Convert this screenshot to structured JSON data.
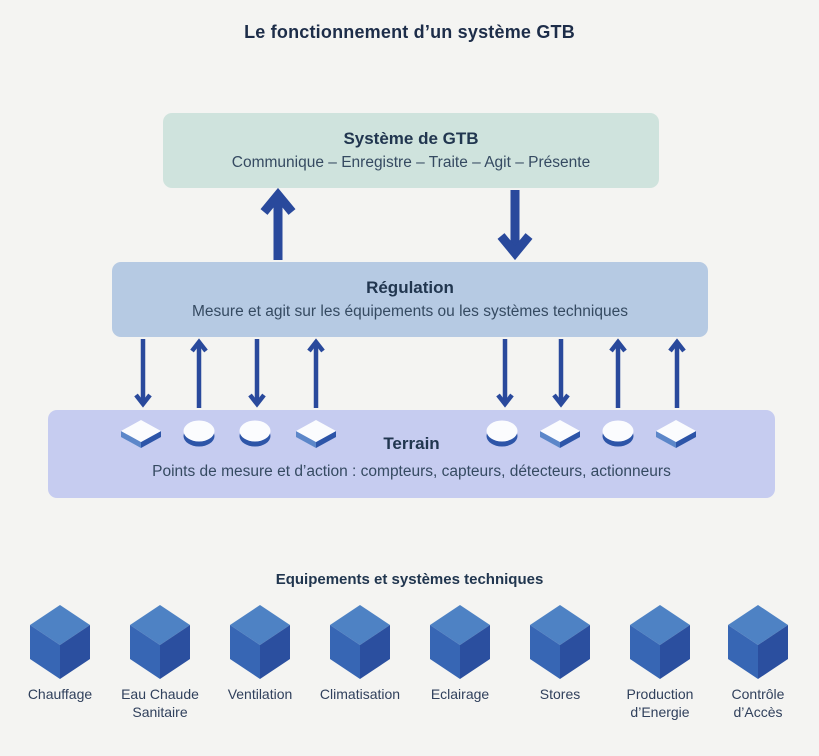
{
  "page_title": "Le fonctionnement d’un système GTB",
  "layers": {
    "gtb": {
      "title": "Système de GTB",
      "subtitle": "Communique – Enregistre – Traite – Agit – Présente"
    },
    "regulation": {
      "title": "Régulation",
      "subtitle": "Mesure et agit sur les équipements ou les systèmes techniques"
    },
    "terrain": {
      "title": "Terrain",
      "subtitle": "Points de mesure et d’action : compteurs, capteurs, détecteurs, actionneurs"
    }
  },
  "flows": {
    "gtb_regulation": [
      "up",
      "down"
    ],
    "regulation_terrain": [
      "down",
      "up",
      "down",
      "up",
      "down",
      "down",
      "up",
      "up"
    ]
  },
  "terrain_icons": [
    "diamond",
    "disk",
    "disk",
    "diamond",
    "disk",
    "diamond",
    "disk",
    "diamond"
  ],
  "equipment": {
    "heading": "Equipements et systèmes techniques",
    "items": [
      "Chauffage",
      "Eau Chaude Sanitaire",
      "Ventilation",
      "Climatisation",
      "Eclairage",
      "Stores",
      "Production d’Energie",
      "Contrôle d’Accès"
    ]
  },
  "colors": {
    "background": "#f4f4f2",
    "gtb_box": "#cfe3dd",
    "regulation_box": "#b6cae3",
    "terrain_box": "#c6ccf0",
    "arrow": "#29499c",
    "cube_top": "#4e82c4",
    "cube_left": "#3766b4",
    "cube_right": "#2b4f9f",
    "title_text": "#1d2d49",
    "subtitle_text": "#354a61"
  }
}
